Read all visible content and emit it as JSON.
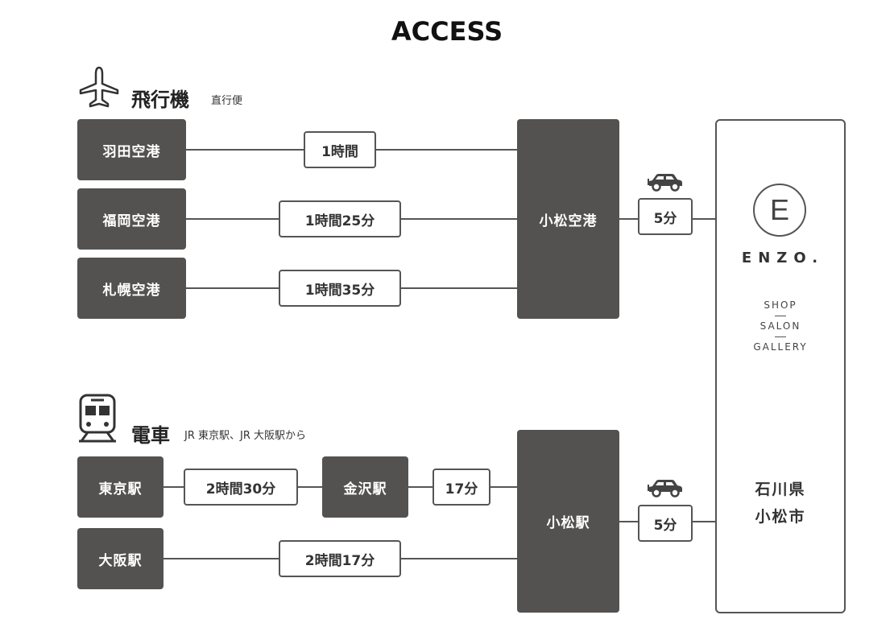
{
  "title": "ACCESS",
  "air": {
    "label": "飛行機",
    "note": "直行便",
    "origins": [
      "羽田空港",
      "福岡空港",
      "札幌空港"
    ],
    "durations": [
      "1時間",
      "1時間25分",
      "1時間35分"
    ],
    "hub": "小松空港",
    "car_time": "5分"
  },
  "rail": {
    "label": "電車",
    "note": "JR 東京駅、JR 大阪駅から",
    "origins": [
      "東京駅",
      "大阪駅"
    ],
    "tokyo_leg1": "2時間30分",
    "transfer": "金沢駅",
    "tokyo_leg2": "17分",
    "osaka_leg": "2時間17分",
    "hub": "小松駅",
    "car_time": "5分"
  },
  "destination": {
    "logo_letter": "E",
    "name": "ENZO.",
    "services": [
      "SHOP",
      "SALON",
      "GALLERY"
    ],
    "address_line1": "石川県",
    "address_line2": "小松市"
  },
  "icons": [
    "airplane-icon",
    "train-icon",
    "car-icon"
  ],
  "colors": {
    "box": "#545250",
    "line": "#555555",
    "background": "#ffffff"
  }
}
